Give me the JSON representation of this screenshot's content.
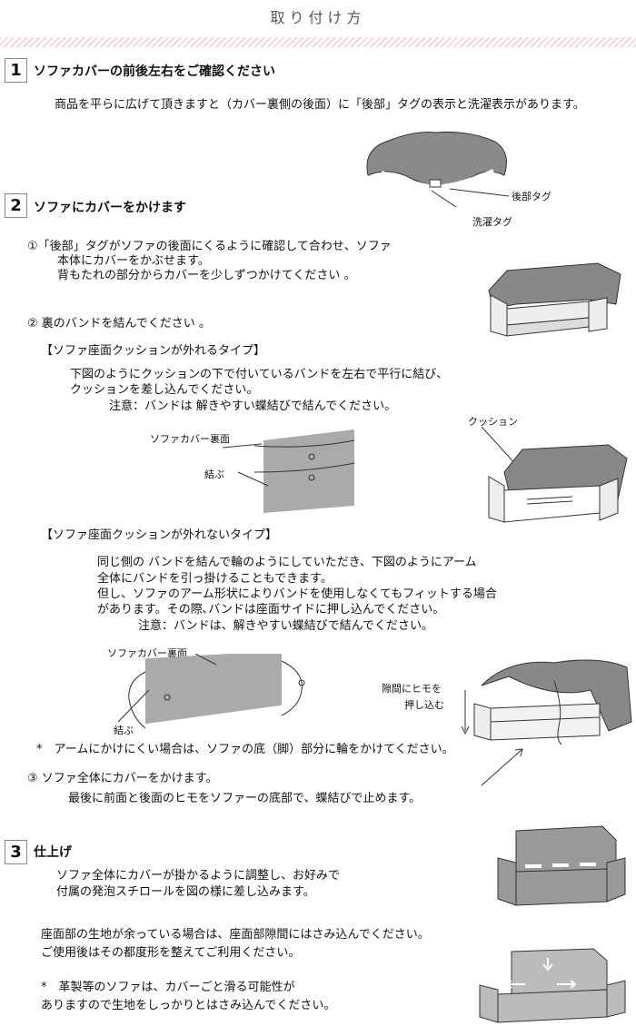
{
  "title": "取り付け方",
  "step1": {
    "number": "1",
    "heading": "ソファカバーの前後左右をご確認ください",
    "text": "商品を平らに広げて頂きますと（カバー裏側の後面）に「後部」タグの表示と洗濯表示があります。",
    "label_rear_tag": "後部タグ",
    "label_wash_tag": "洗濯タグ"
  },
  "step2": {
    "number": "2",
    "heading": "ソファにカバーをかけます",
    "sub1": {
      "line1": "①「後部」タグがソファの後面にくるように確認して合わせ、ソファ",
      "line2": "本体にカバーをかぶせます。",
      "line3": "背もたれの部分からカバーを少しずつかけてください 。"
    },
    "sub2": {
      "heading": "② 裏のバンドを結んでください 。"
    },
    "type1": {
      "heading": "【ソファ座面クッションが外れるタイプ】",
      "line1": "下図のようにクッションの下で付いているバンドを左右で平行に結び、",
      "line2": "クッションを差し込んでください。",
      "note": "注意：バンドは 解きやすい蝶結びで結んでください。",
      "label_back": "ソファカバー裏面",
      "label_tie": "結ぶ",
      "label_cushion": "クッション"
    },
    "type2": {
      "heading": "【ソファ座面クッションが外れないタイプ】",
      "line1": "同じ側の バンドを結んで輪のようにしていただき、下図のようにアーム",
      "line2": "全体にバンドを引っ掛けることもできます。",
      "line3": "但し、ソファのアーム形状によりバンドを使用しなくてもフィットする場合",
      "line4": "があります。その際､バンドは座面サイドに押し込んでください。",
      "note": "注意：バンドは、解きやすい蝶結びで結んでください。",
      "label_back": "ソファカバー裏面",
      "label_tie": "結ぶ",
      "label_gap1": "隙間にヒモを",
      "label_gap2": "押し込む",
      "asterisk_note": "*　アームにかけにくい場合は、ソファの底（脚）部分に輪をかけてください。"
    },
    "sub3": {
      "line1": "③ ソファ全体にカバーをかけます。",
      "line2": "最後に前面と後面のヒモをソファーの底部で、蝶結びで止めます。"
    }
  },
  "step3": {
    "number": "3",
    "heading": "仕上げ",
    "line1": "ソファ全体にカバーが掛かるように調整し、お好みで",
    "line2": "付属の発泡スチロールを図の様に差し込みます。",
    "para1": "座面部の生地が余っている場合は、座面部隙間にはさみ込んでください。",
    "para2": "ご使用後はその都度形を整えてご利用ください。",
    "note1": "*　革製等のソファは、カバーごと滑る可能性が",
    "note2": "ありますので生地をしっかりとはさみ込んでください。"
  }
}
